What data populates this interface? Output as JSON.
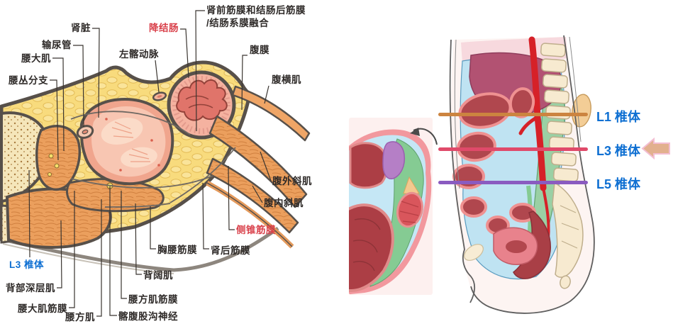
{
  "left_panel": {
    "labels": {
      "lumbar_plexus": "腰丛分支",
      "psoas_major": "腰大肌",
      "ureter": "输尿管",
      "kidney": "肾脏",
      "left_iliac_artery": "左髂动脉",
      "descending_colon": "降结肠",
      "prerenal_fascia_line1": "肾前筋膜和结肠后筋膜",
      "prerenal_fascia_line2": "/结肠系膜融合",
      "peritoneum": "腹膜",
      "transversus_abdominis": "腹横肌",
      "external_oblique": "腹外斜肌",
      "internal_oblique": "腹内斜肌",
      "lateroconal_fascia": "侧锥筋膜",
      "thoracolumbar_fascia": "胸腰筋膜",
      "retrorenal_fascia": "肾后筋膜",
      "l3_vertebral_body": "L3 椎体",
      "deep_back_muscles": "背部深层肌",
      "psoas_major_fascia": "腰大肌筋膜",
      "quadratus_lumborum": "腰方肌",
      "quadratus_lumborum_fascia": "腰方肌筋膜",
      "ilioinguinal_nerve": "髂腹股沟神经",
      "latissimus_dorsi": "背阔肌"
    },
    "label_colors": {
      "default": "#2e2a28",
      "highlight_red": "#d9404a",
      "vertebra_blue": "#0e6fd2"
    }
  },
  "right_panel": {
    "markers": [
      {
        "label": "L1 椎体",
        "line_color": "#cc8440"
      },
      {
        "label": "L3 椎体",
        "line_color": "#e04a6a"
      },
      {
        "label": "L5 椎体",
        "line_color": "#8a5bc0"
      }
    ],
    "label_color": "#0e6fd2",
    "pointer_arrow_color": "#e2b08e"
  }
}
